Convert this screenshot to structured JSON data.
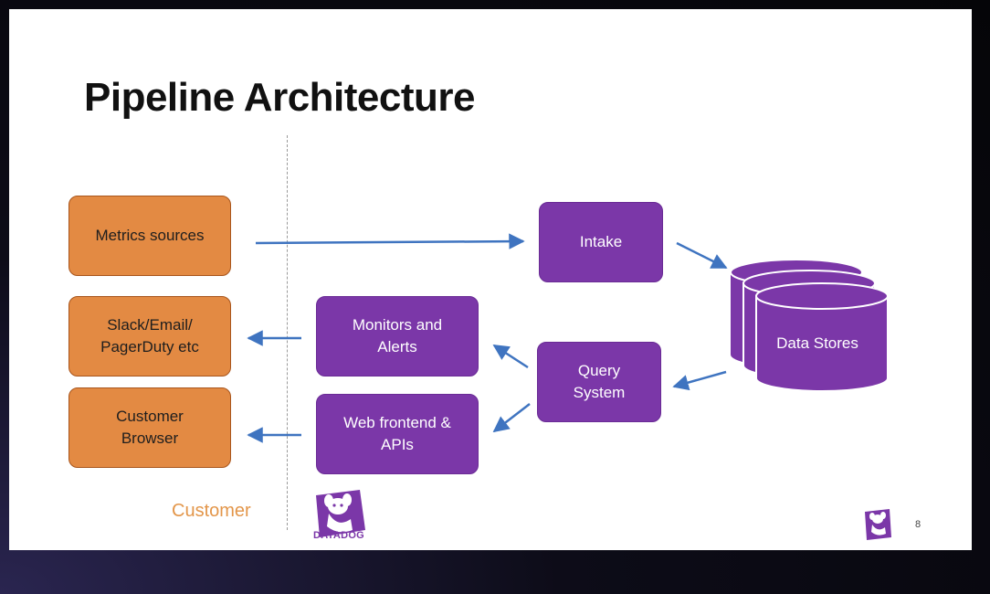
{
  "slide": {
    "title": "Pipeline Architecture",
    "customer_label": "Customer",
    "page_number": "8",
    "logo_text": "DATADOG"
  },
  "nodes": {
    "metrics_sources": "Metrics sources",
    "slack_email": "Slack/Email/\nPagerDuty etc",
    "customer_browser": "Customer\nBrowser",
    "monitors_alerts": "Monitors and\nAlerts",
    "web_frontend": "Web frontend &\nAPIs",
    "intake": "Intake",
    "query_system": "Query\nSystem",
    "data_stores": "Data Stores"
  },
  "edges": [
    {
      "from": "metrics_sources",
      "to": "intake"
    },
    {
      "from": "intake",
      "to": "data_stores"
    },
    {
      "from": "data_stores",
      "to": "query_system"
    },
    {
      "from": "query_system",
      "to": "monitors_alerts"
    },
    {
      "from": "query_system",
      "to": "web_frontend"
    },
    {
      "from": "monitors_alerts",
      "to": "slack_email"
    },
    {
      "from": "web_frontend",
      "to": "customer_browser"
    }
  ],
  "colors": {
    "customer_box": "#e38a43",
    "service_box": "#7b37a8",
    "arrow": "#3f74c0",
    "customer_label": "#e3964a"
  }
}
